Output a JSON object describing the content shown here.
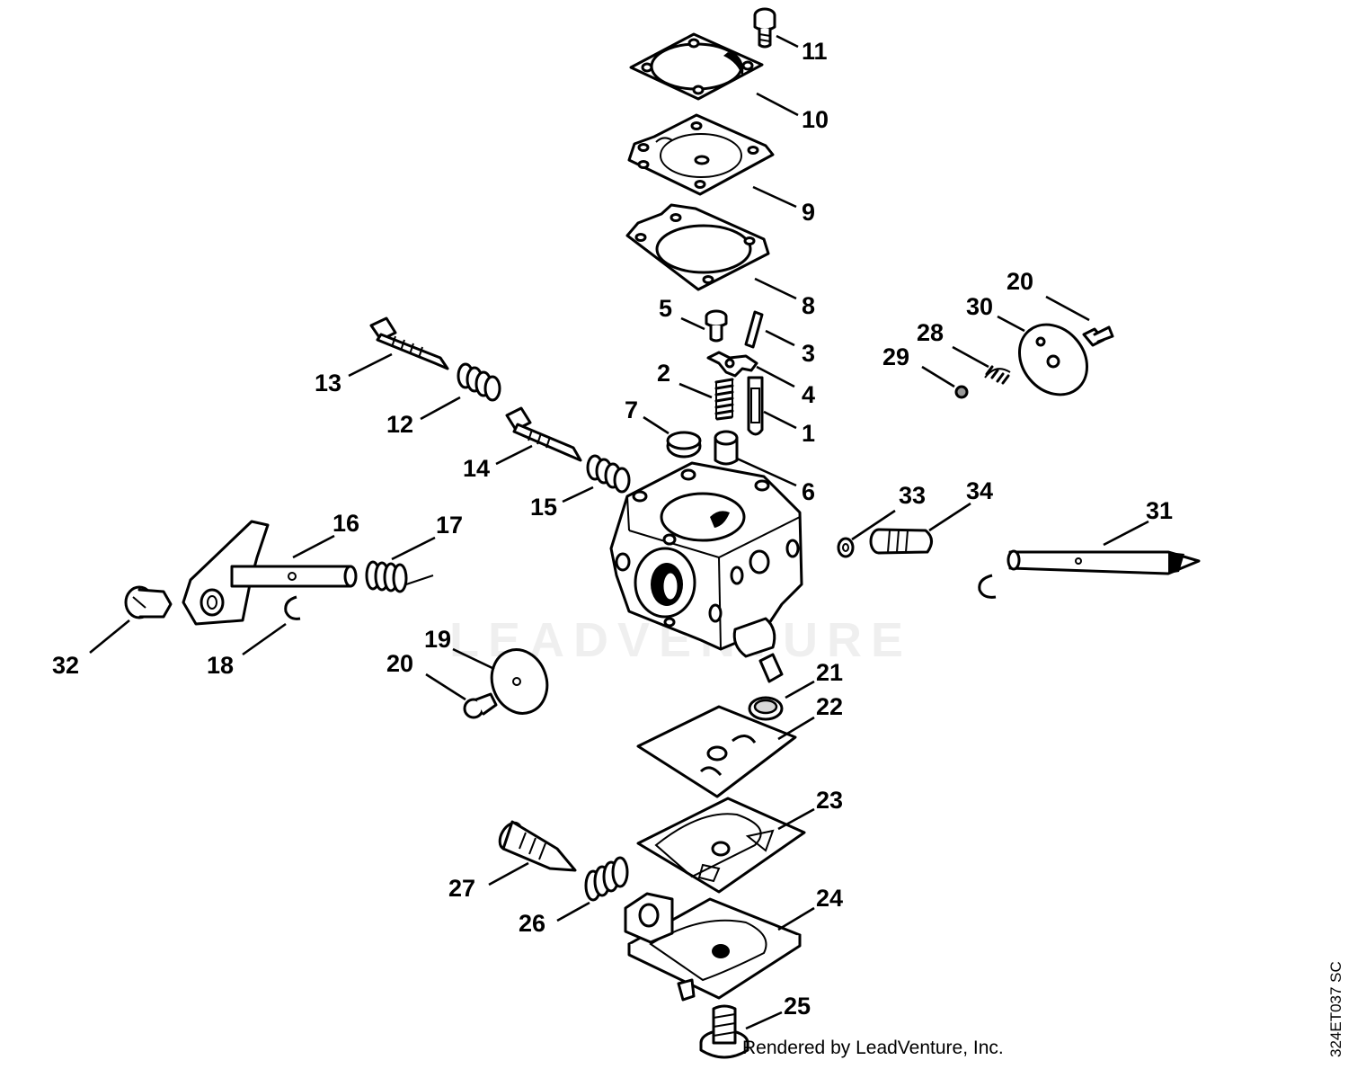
{
  "diagram": {
    "watermark": "LEADVENTURE",
    "credit": "Rendered by LeadVenture, Inc.",
    "drawing_code": "324ET037 SC",
    "callouts": [
      "11",
      "10",
      "9",
      "8",
      "5",
      "3",
      "4",
      "2",
      "1",
      "7",
      "6",
      "13",
      "12",
      "14",
      "15",
      "16",
      "17",
      "32",
      "18",
      "19",
      "20",
      "21",
      "22",
      "23",
      "24",
      "25",
      "26",
      "27",
      "20",
      "30",
      "28",
      "29",
      "33",
      "34",
      "31"
    ]
  }
}
